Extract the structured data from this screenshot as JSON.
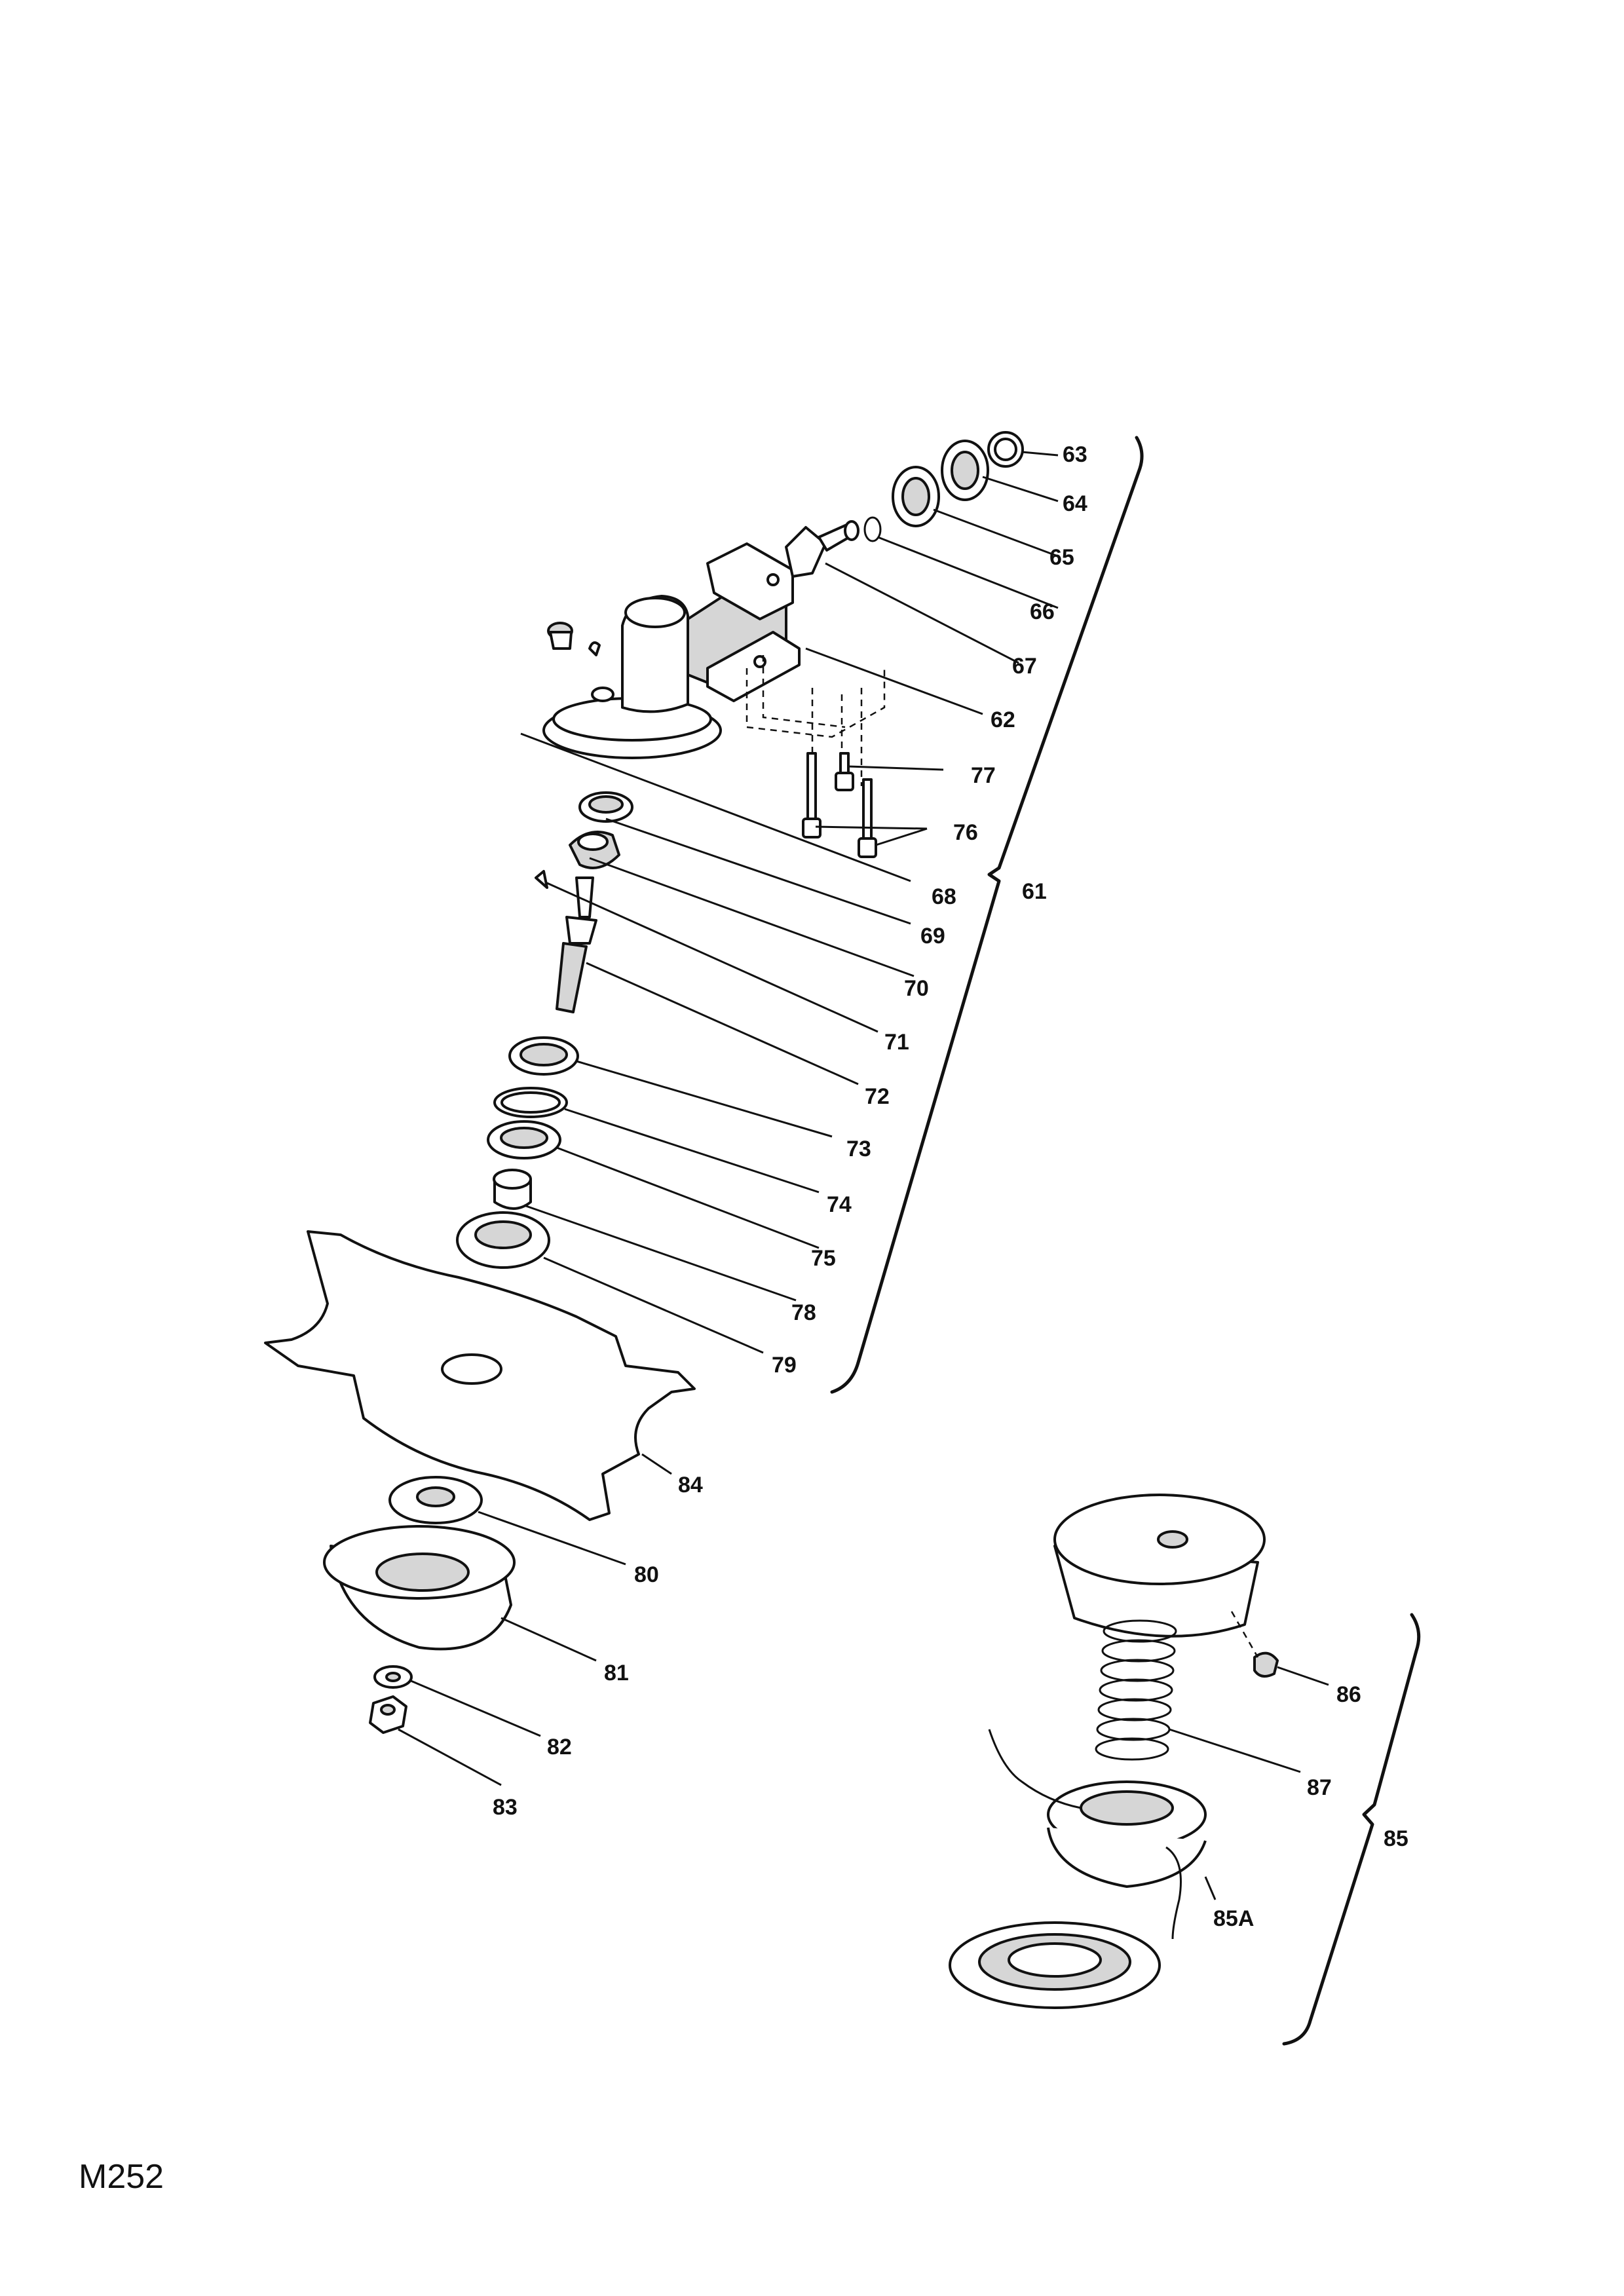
{
  "diagram": {
    "code": "M252",
    "parts": [
      {
        "id": "p63",
        "label": "63"
      },
      {
        "id": "p64",
        "label": "64"
      },
      {
        "id": "p65",
        "label": "65"
      },
      {
        "id": "p66",
        "label": "66"
      },
      {
        "id": "p67",
        "label": "67"
      },
      {
        "id": "p62",
        "label": "62"
      },
      {
        "id": "p77",
        "label": "77"
      },
      {
        "id": "p76",
        "label": "76"
      },
      {
        "id": "p68",
        "label": "68"
      },
      {
        "id": "p61",
        "label": "61"
      },
      {
        "id": "p69",
        "label": "69"
      },
      {
        "id": "p70",
        "label": "70"
      },
      {
        "id": "p71",
        "label": "71"
      },
      {
        "id": "p72",
        "label": "72"
      },
      {
        "id": "p73",
        "label": "73"
      },
      {
        "id": "p74",
        "label": "74"
      },
      {
        "id": "p75",
        "label": "75"
      },
      {
        "id": "p78",
        "label": "78"
      },
      {
        "id": "p79",
        "label": "79"
      },
      {
        "id": "p84",
        "label": "84"
      },
      {
        "id": "p80",
        "label": "80"
      },
      {
        "id": "p81",
        "label": "81"
      },
      {
        "id": "p82",
        "label": "82"
      },
      {
        "id": "p83",
        "label": "83"
      },
      {
        "id": "p86",
        "label": "86"
      },
      {
        "id": "p87",
        "label": "87"
      },
      {
        "id": "p85",
        "label": "85"
      },
      {
        "id": "p85A",
        "label": "85A"
      }
    ]
  }
}
